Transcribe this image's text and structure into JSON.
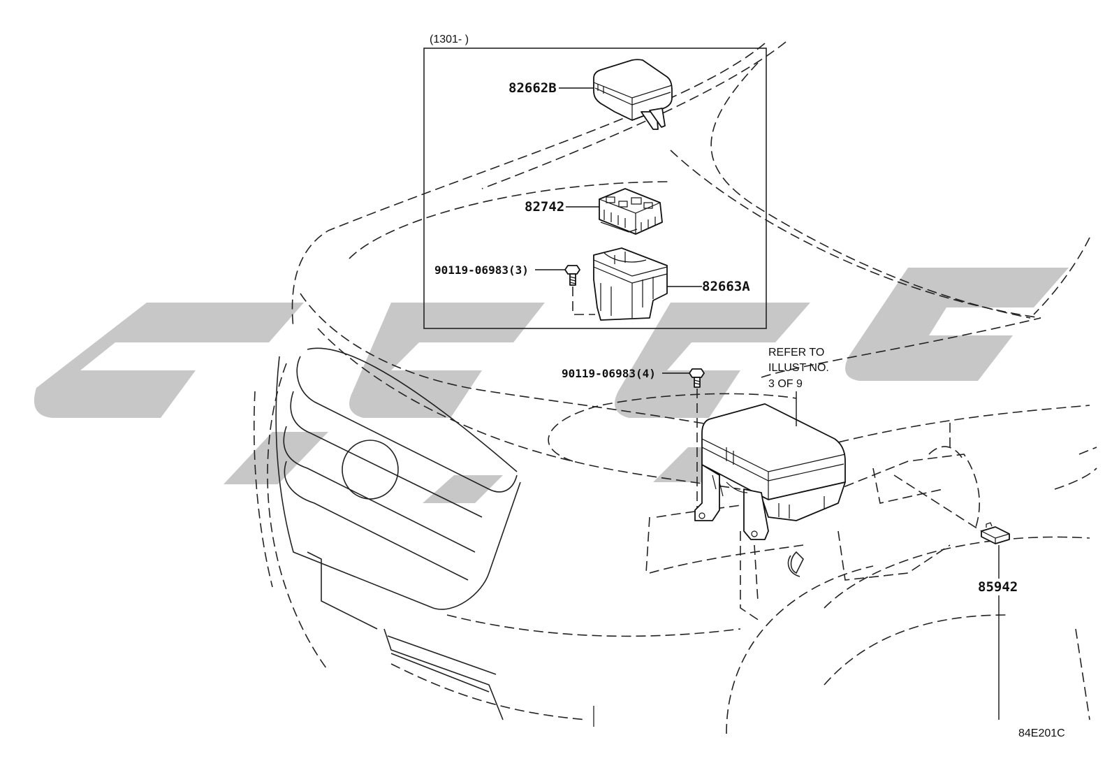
{
  "diagram": {
    "production_note": "(1301-      )",
    "illustration_code": "84E201C",
    "refer_note": [
      "REFER TO",
      "ILLUST NO.",
      "3 OF 9"
    ],
    "parts": {
      "cover_upper": "82662B",
      "relay_block": "82742",
      "bolt_inset": "90119-06983(3)",
      "box_lower": "82663A",
      "bolt_main": "90119-06983(4)",
      "small_block": "85942"
    }
  }
}
